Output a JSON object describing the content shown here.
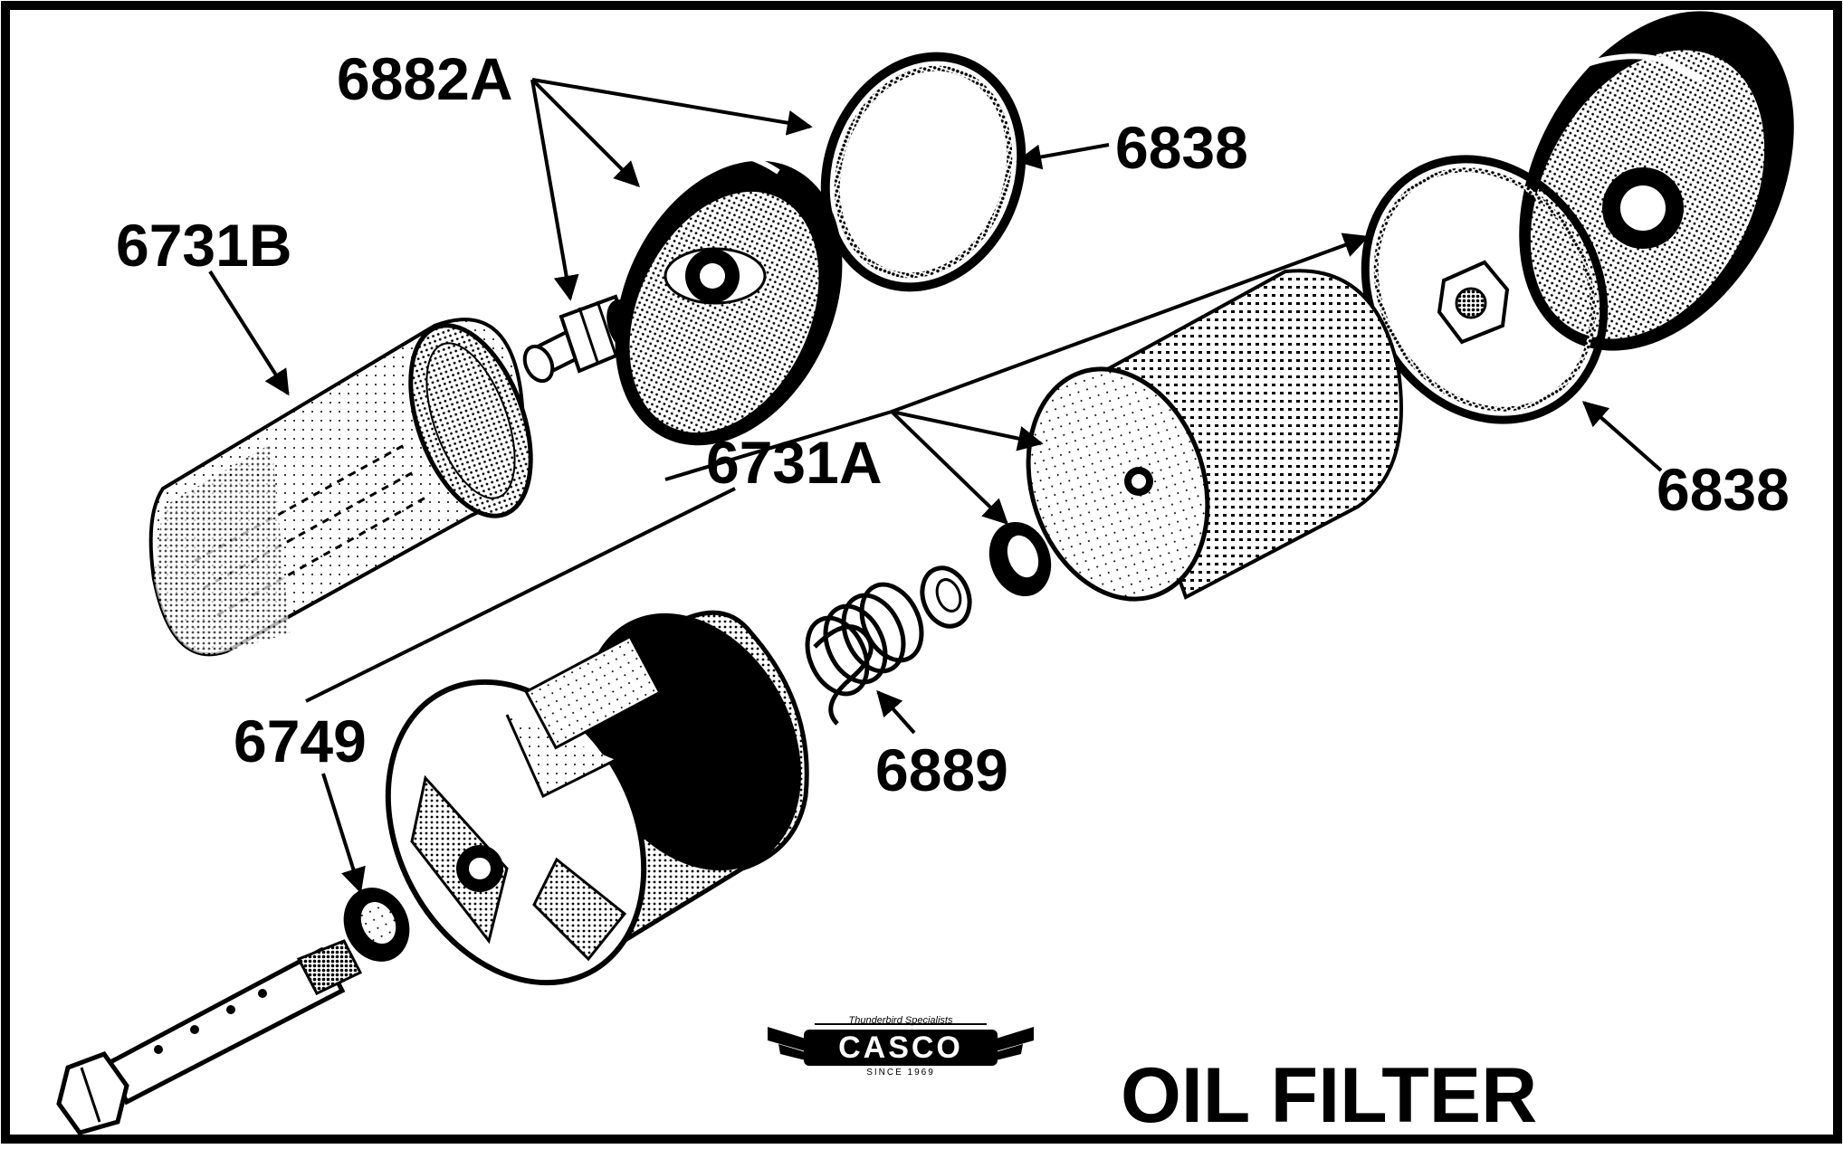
{
  "title": "OIL FILTER",
  "parts": {
    "p6882A": "6882A",
    "p6838_top": "6838",
    "p6731B": "6731B",
    "p6731A": "6731A",
    "p6838_right": "6838",
    "p6749": "6749",
    "p6889": "6889"
  },
  "logo": {
    "brand": "CASCO",
    "tagline": "Thunderbird Specialists",
    "since": "SINCE 1969"
  },
  "colors": {
    "ink": "#000000",
    "paper": "#ffffff"
  }
}
